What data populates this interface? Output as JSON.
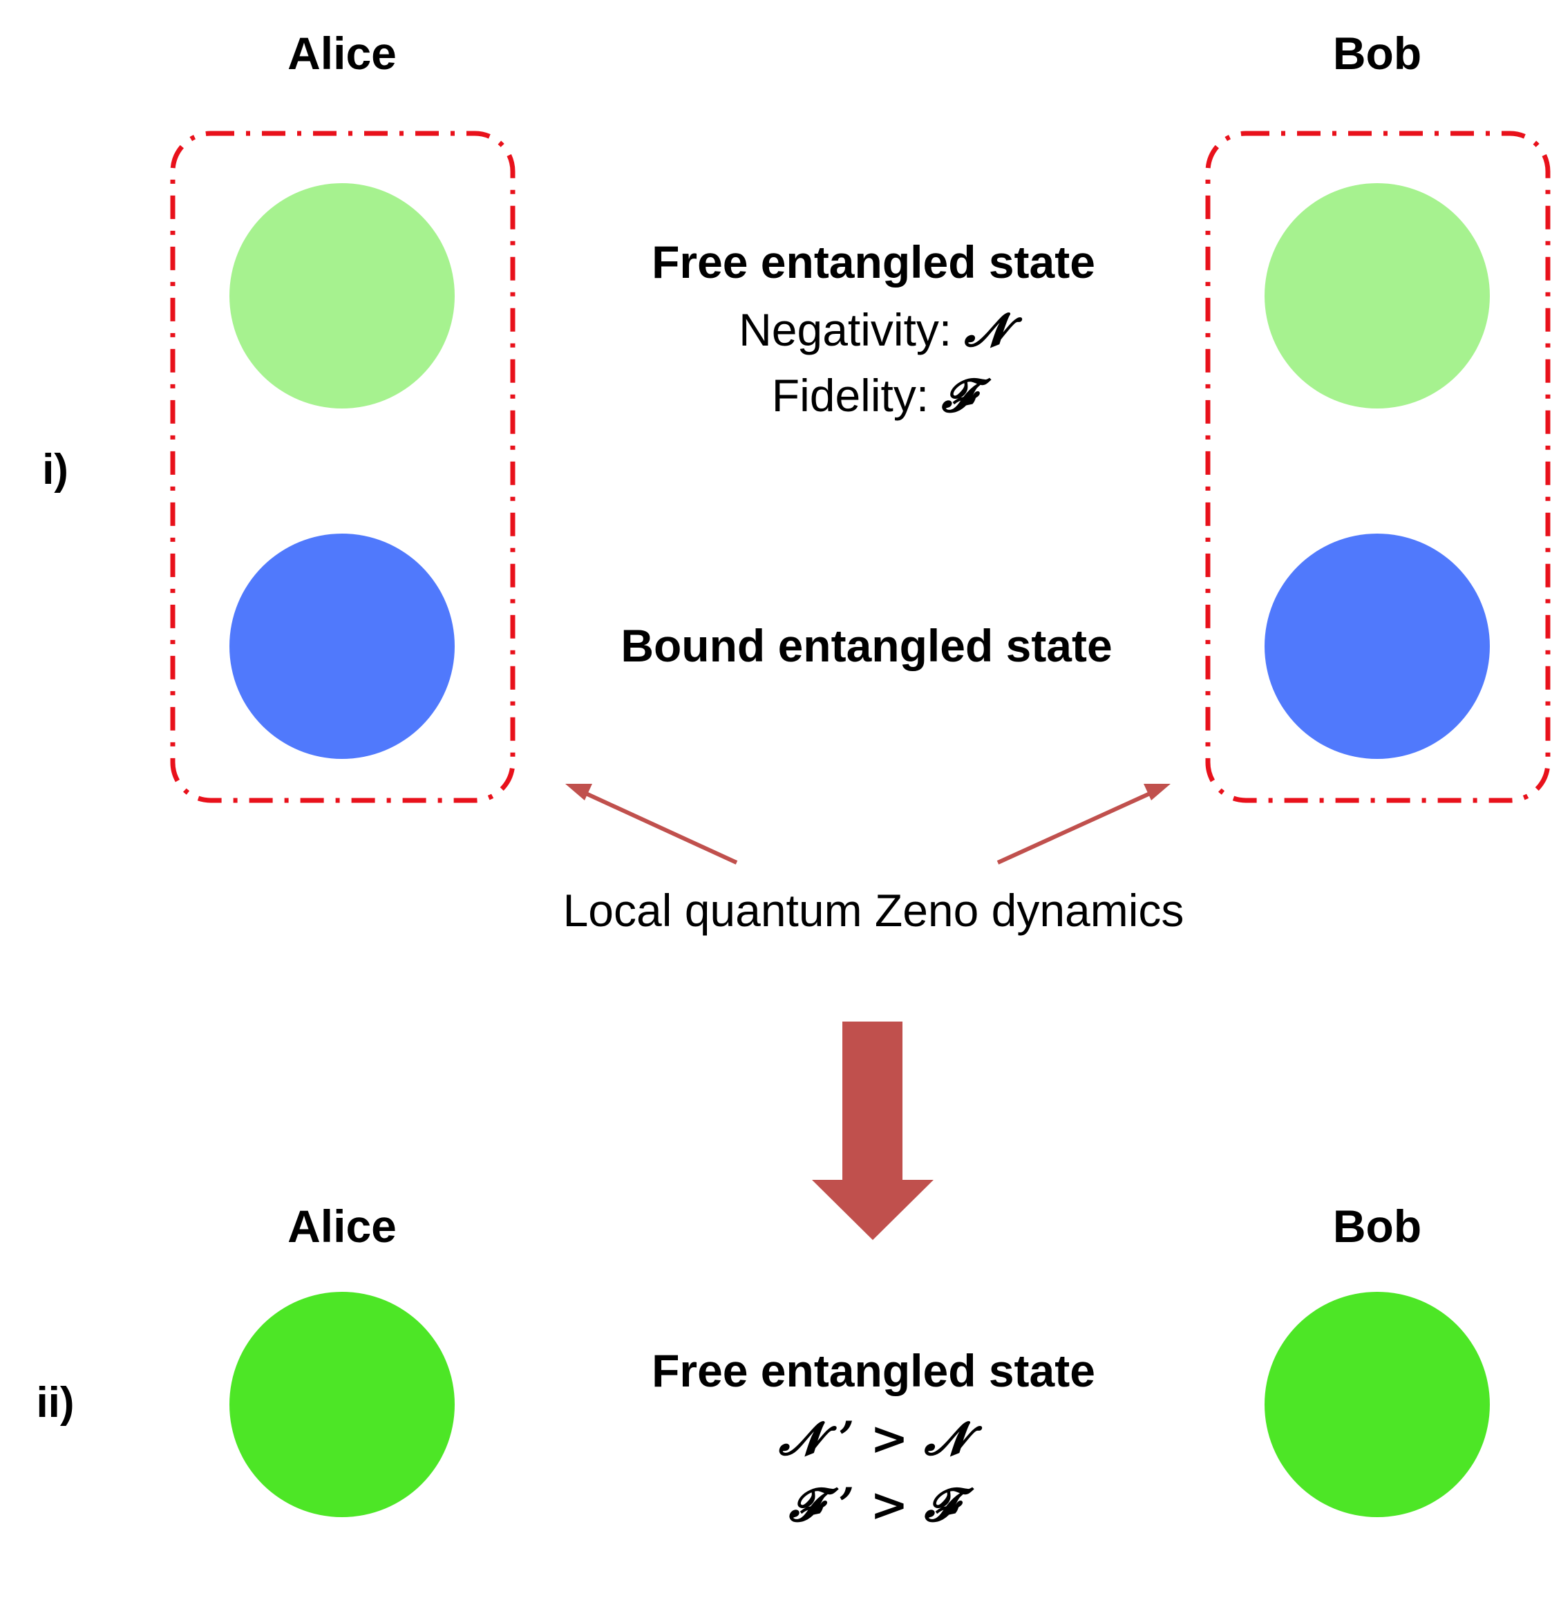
{
  "panel_i": {
    "label": "i)",
    "alice_label": "Alice",
    "bob_label": "Bob",
    "free_state_title": "Free entangled state",
    "negativity_label": "Negativity: ",
    "negativity_symbol": "𝓝",
    "fidelity_label": "Fidelity: ",
    "fidelity_symbol": "𝓕",
    "bound_state_title": "Bound entangled state",
    "dynamics_label": "Local quantum Zeno dynamics"
  },
  "panel_ii": {
    "label": "ii)",
    "alice_label": "Alice",
    "bob_label": "Bob",
    "free_state_title": "Free entangled state",
    "negativity_relation": "𝓝 ’ > 𝓝",
    "fidelity_relation": "𝓕 ’ > 𝓕"
  },
  "colors": {
    "free_particle": "#a6f28f",
    "bound_particle": "#5079fc",
    "result_particle": "#4de626",
    "box_border": "#e8111b",
    "arrow": "#c0504d"
  }
}
